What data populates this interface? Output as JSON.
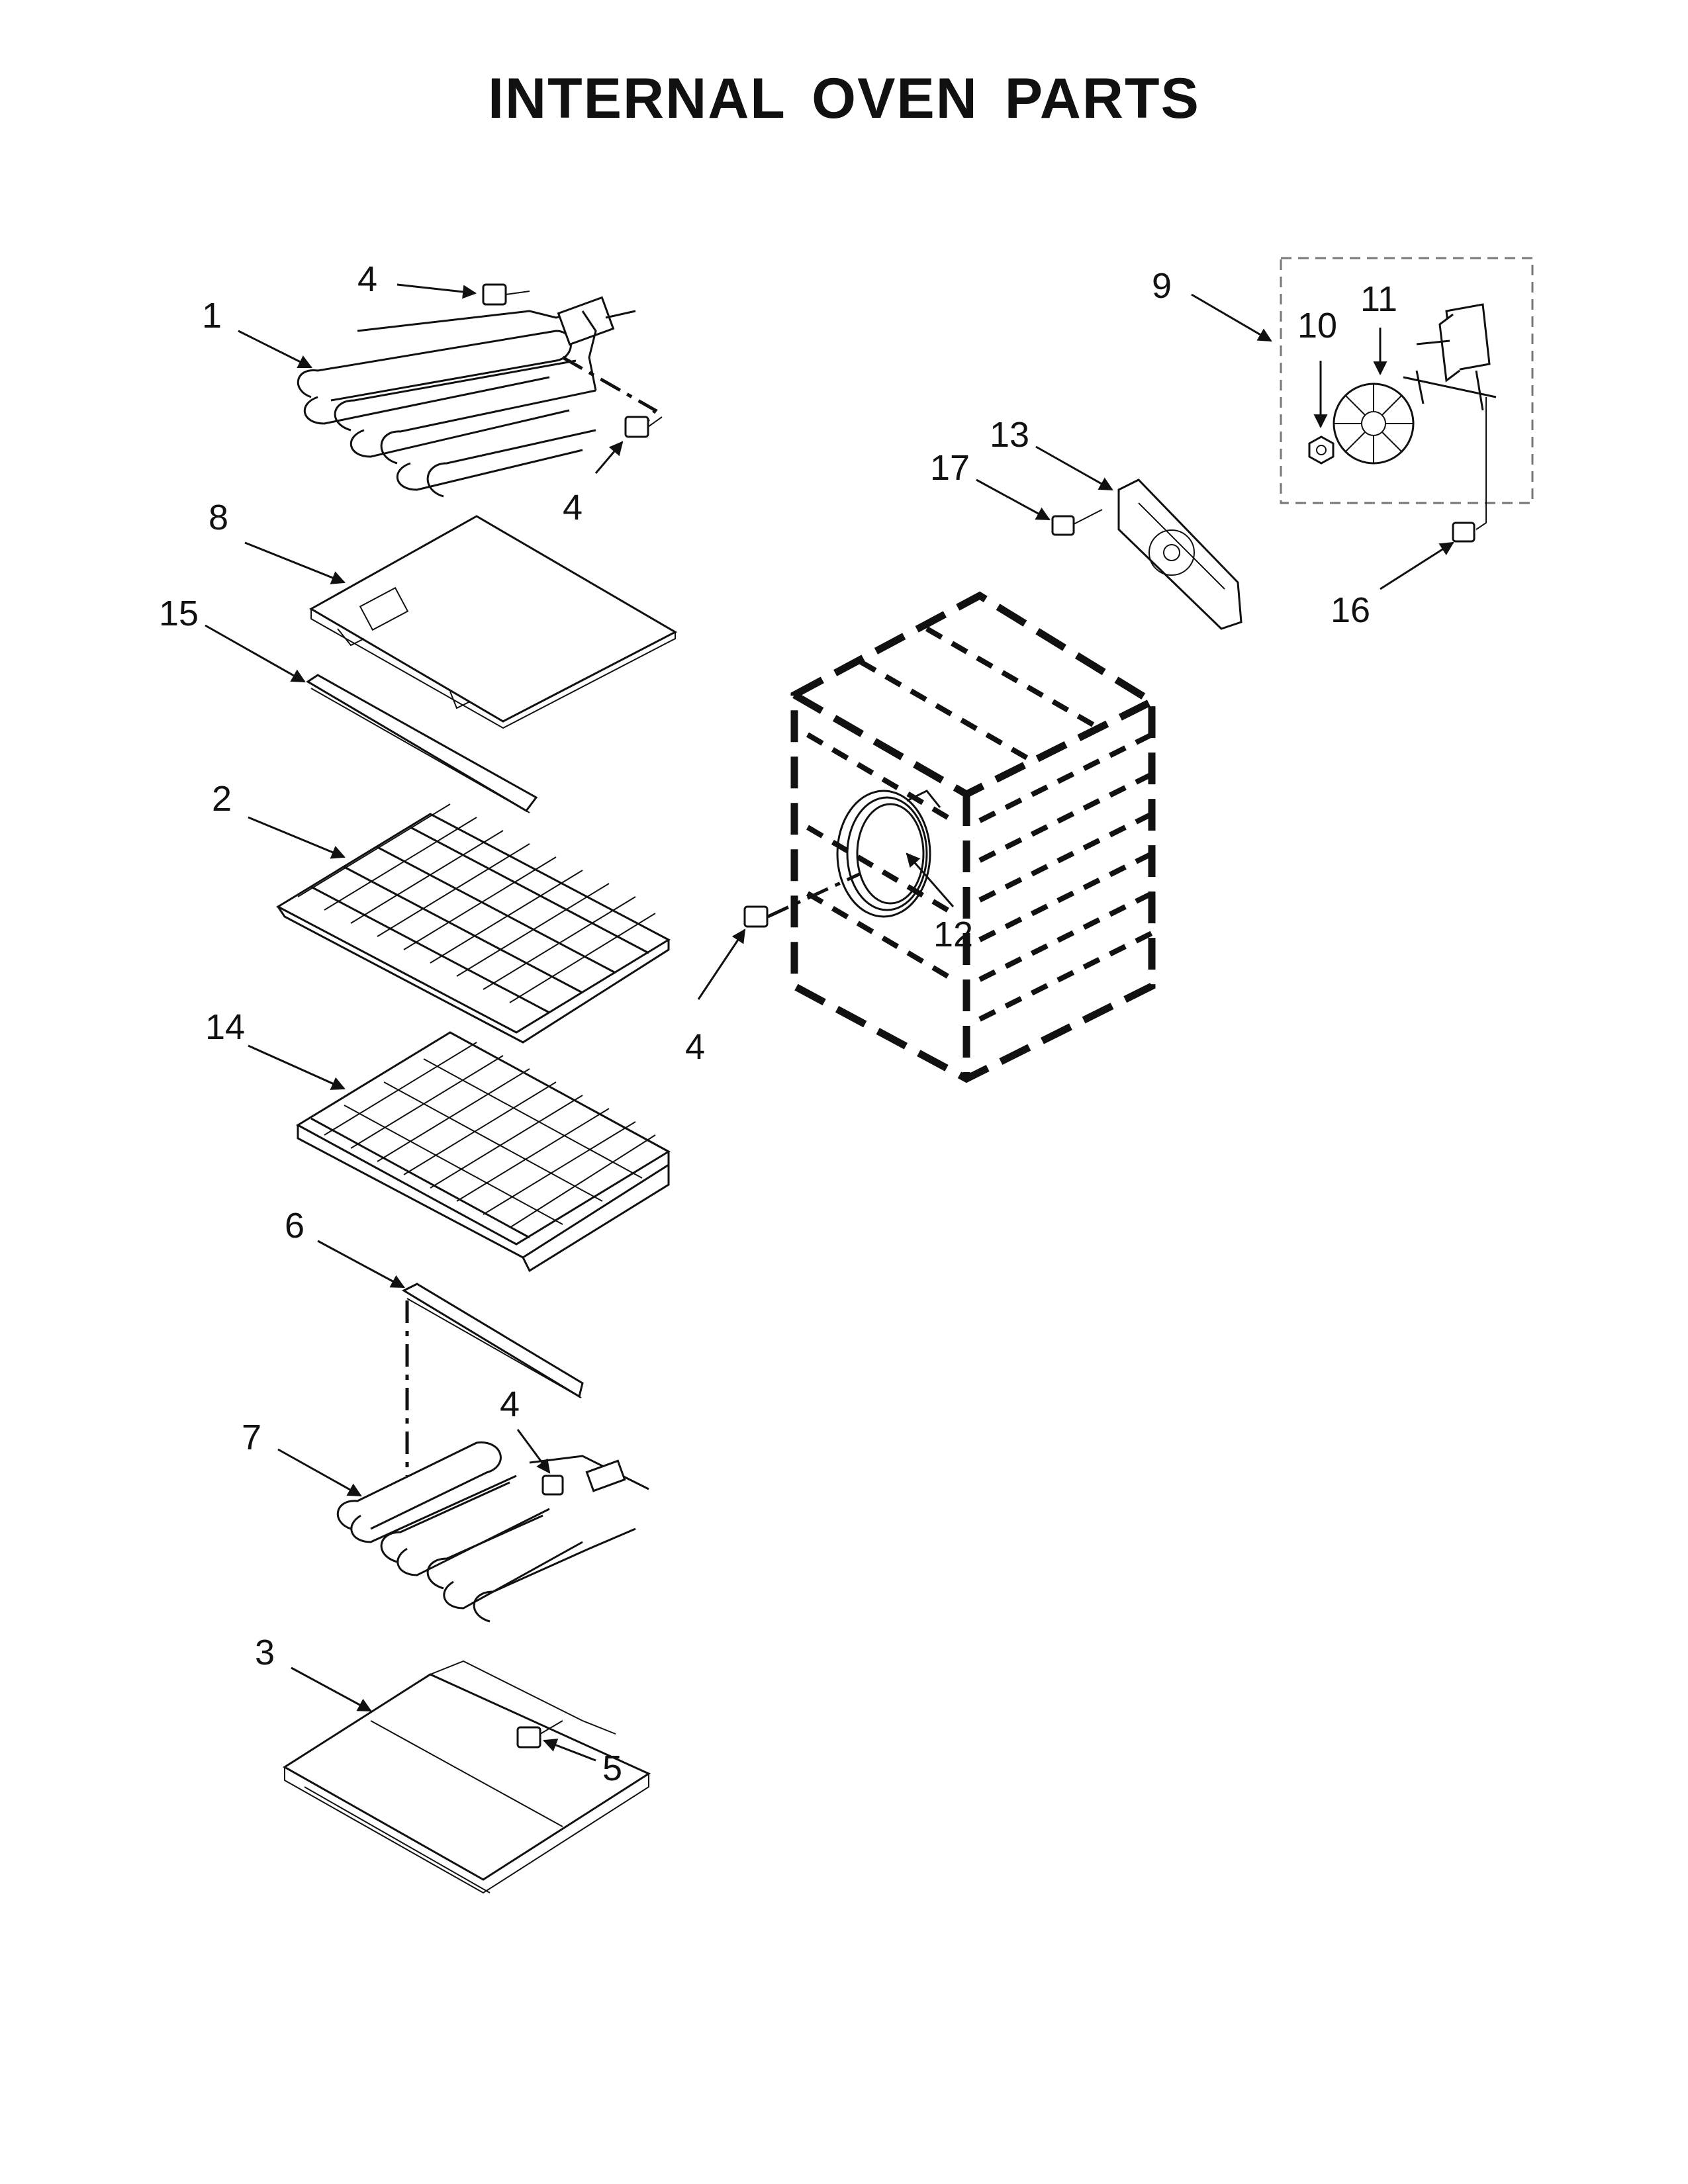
{
  "title": "INTERNAL OVEN PARTS",
  "callouts": {
    "c1": "1",
    "c2": "2",
    "c3": "3",
    "c4": "4",
    "c5": "5",
    "c6": "6",
    "c7": "7",
    "c8": "8",
    "c9": "9",
    "c10": "10",
    "c11": "11",
    "c12": "12",
    "c13": "13",
    "c14": "14",
    "c15": "15",
    "c16": "16",
    "c17": "17"
  }
}
